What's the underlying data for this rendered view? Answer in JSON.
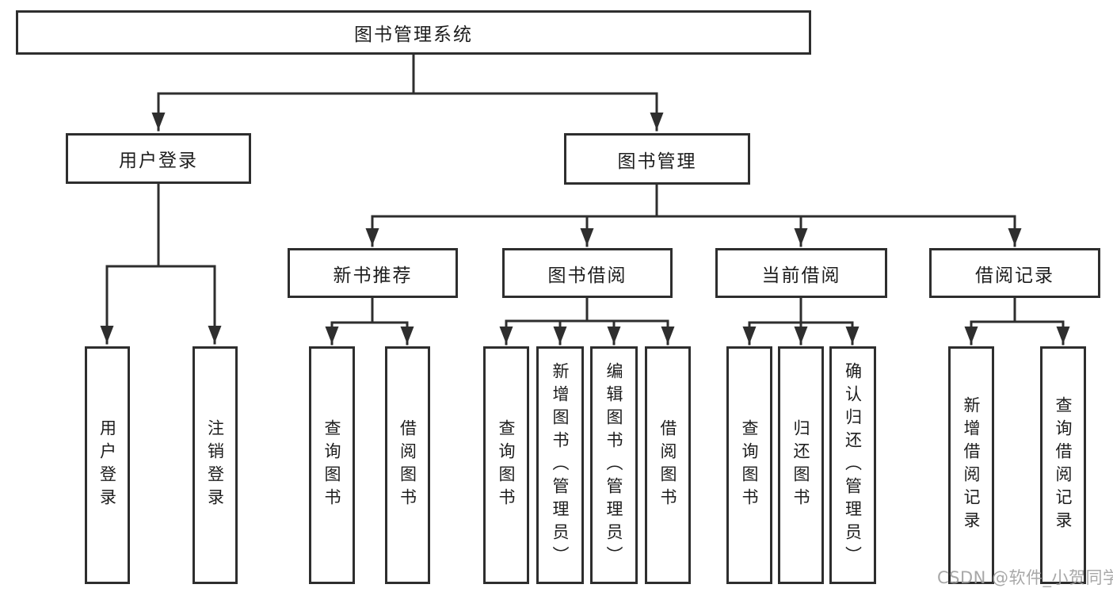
{
  "colors": {
    "border": "#2e2e2e",
    "line": "#2e2e2e",
    "text": "#1d1d1d",
    "background": "#ffffff",
    "watermark": "#9e9e9e"
  },
  "watermark": {
    "text": "CSDN @软件_小贺同学"
  },
  "root": {
    "label": "图书管理系统"
  },
  "groups": [
    {
      "label": "用户登录",
      "children": [
        {
          "label": "用户登录"
        },
        {
          "label": "注销登录"
        }
      ]
    },
    {
      "label": "图书管理",
      "sections": [
        {
          "label": "新书推荐",
          "children": [
            {
              "label": "查询图书"
            },
            {
              "label": "借阅图书"
            }
          ]
        },
        {
          "label": "图书借阅",
          "children": [
            {
              "label": "查询图书"
            },
            {
              "label": "新增图书（管理员）"
            },
            {
              "label": "编辑图书（管理员）"
            },
            {
              "label": "借阅图书"
            }
          ]
        },
        {
          "label": "当前借阅",
          "children": [
            {
              "label": "查询图书"
            },
            {
              "label": "归还图书"
            },
            {
              "label": "确认归还（管理员）"
            }
          ]
        },
        {
          "label": "借阅记录",
          "children": [
            {
              "label": "新增借阅记录"
            },
            {
              "label": "查询借阅记录"
            }
          ]
        }
      ]
    }
  ]
}
